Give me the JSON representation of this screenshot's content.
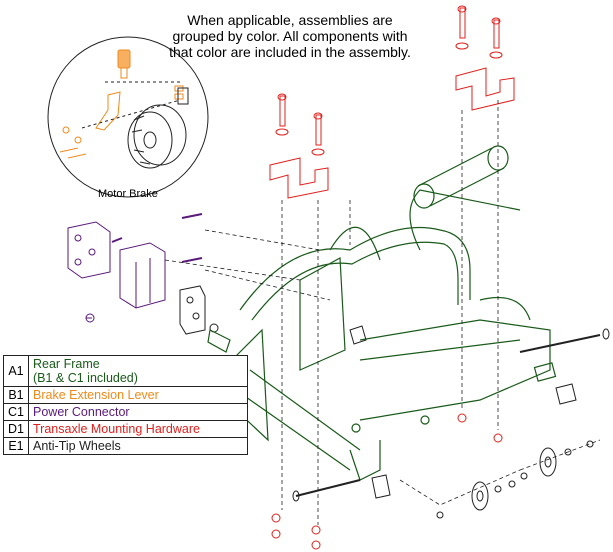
{
  "note": "When applicable, assemblies are grouped by color. All components with that color are included in the assembly.",
  "inset_caption": "Motor Brake",
  "colors": {
    "frame": "#1a5a1a",
    "brake": "#f08a1c",
    "power": "#5a1a7a",
    "transaxle": "#e0201c",
    "antitip": "#222222"
  },
  "legend": [
    {
      "code": "A1",
      "label": "Rear Frame\n(B1 & C1 included)",
      "color": "#1a5a1a"
    },
    {
      "code": "B1",
      "label": "Brake Extension Lever",
      "color": "#f08a1c"
    },
    {
      "code": "C1",
      "label": "Power Connector",
      "color": "#5a1a7a"
    },
    {
      "code": "D1",
      "label": "Transaxle Mounting Hardware",
      "color": "#e0201c"
    },
    {
      "code": "E1",
      "label": "Anti-Tip Wheels",
      "color": "#222222"
    }
  ]
}
